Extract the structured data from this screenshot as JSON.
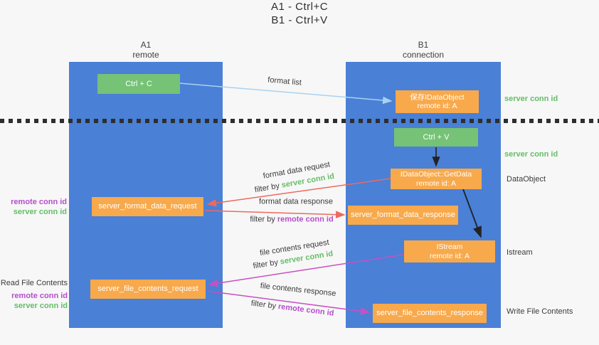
{
  "title": {
    "line1": "A1 - Ctrl+C",
    "line2": "B1 - Ctrl+V"
  },
  "lanes": {
    "a": {
      "name": "A1",
      "role": "remote"
    },
    "b": {
      "name": "B1",
      "role": "connection"
    }
  },
  "boxes": {
    "ctrl_c": {
      "label": "Ctrl + C"
    },
    "save_idataobject": {
      "line1": "保存IDataObject",
      "line2": "remote id: A"
    },
    "ctrl_v": {
      "label": "Ctrl + V"
    },
    "getdata": {
      "line1": "IDataObject::GetData",
      "line2": "remote id: A"
    },
    "format_request": {
      "label": "server_format_data_request"
    },
    "format_response": {
      "label": "server_format_data_response"
    },
    "istream": {
      "line1": "IStream",
      "line2": "remote id: A"
    },
    "file_request": {
      "label": "server_file_contents_request"
    },
    "file_response": {
      "label": "server_file_contents_response"
    }
  },
  "left_labels": {
    "remote_conn_id_1": "remote conn id",
    "server_conn_id_1": "server conn id",
    "read_file_contents": "Read File Contents",
    "remote_conn_id_2": "remote conn id",
    "server_conn_id_2": "server conn id"
  },
  "right_labels": {
    "server_conn_id_1": "server conn id",
    "server_conn_id_2": "server conn id",
    "dataobject": "DataObject",
    "istream": "Istream",
    "write_file_contents": "Write File Contents"
  },
  "arrow_labels": {
    "format_list": "format list",
    "format_data_request": "format data request",
    "filter_by_prefix_1": "filter by ",
    "filter_by_value_1": "server conn id",
    "format_data_response": "format data response",
    "filter_by_prefix_2": "filter by ",
    "filter_by_value_2": "remote conn id",
    "file_contents_request": "file contents request",
    "filter_by_prefix_3": "filter by ",
    "filter_by_value_3": "server conn id",
    "file_contents_response": "file contents response",
    "filter_by_prefix_4": "filter by ",
    "filter_by_value_4": "remote conn id"
  },
  "colors": {
    "lane_blue": "#4a80d6",
    "box_green": "#76c276",
    "box_orange": "#f8a94b",
    "text_green": "#65bd68",
    "text_purple": "#b44ecb",
    "text_dark": "#3b3b3b",
    "arrow_lightblue": "#a8d2f0",
    "arrow_red": "#ed6a5e",
    "arrow_magenta": "#c94fc3",
    "arrow_black": "#222222",
    "background": "#f7f7f7"
  }
}
